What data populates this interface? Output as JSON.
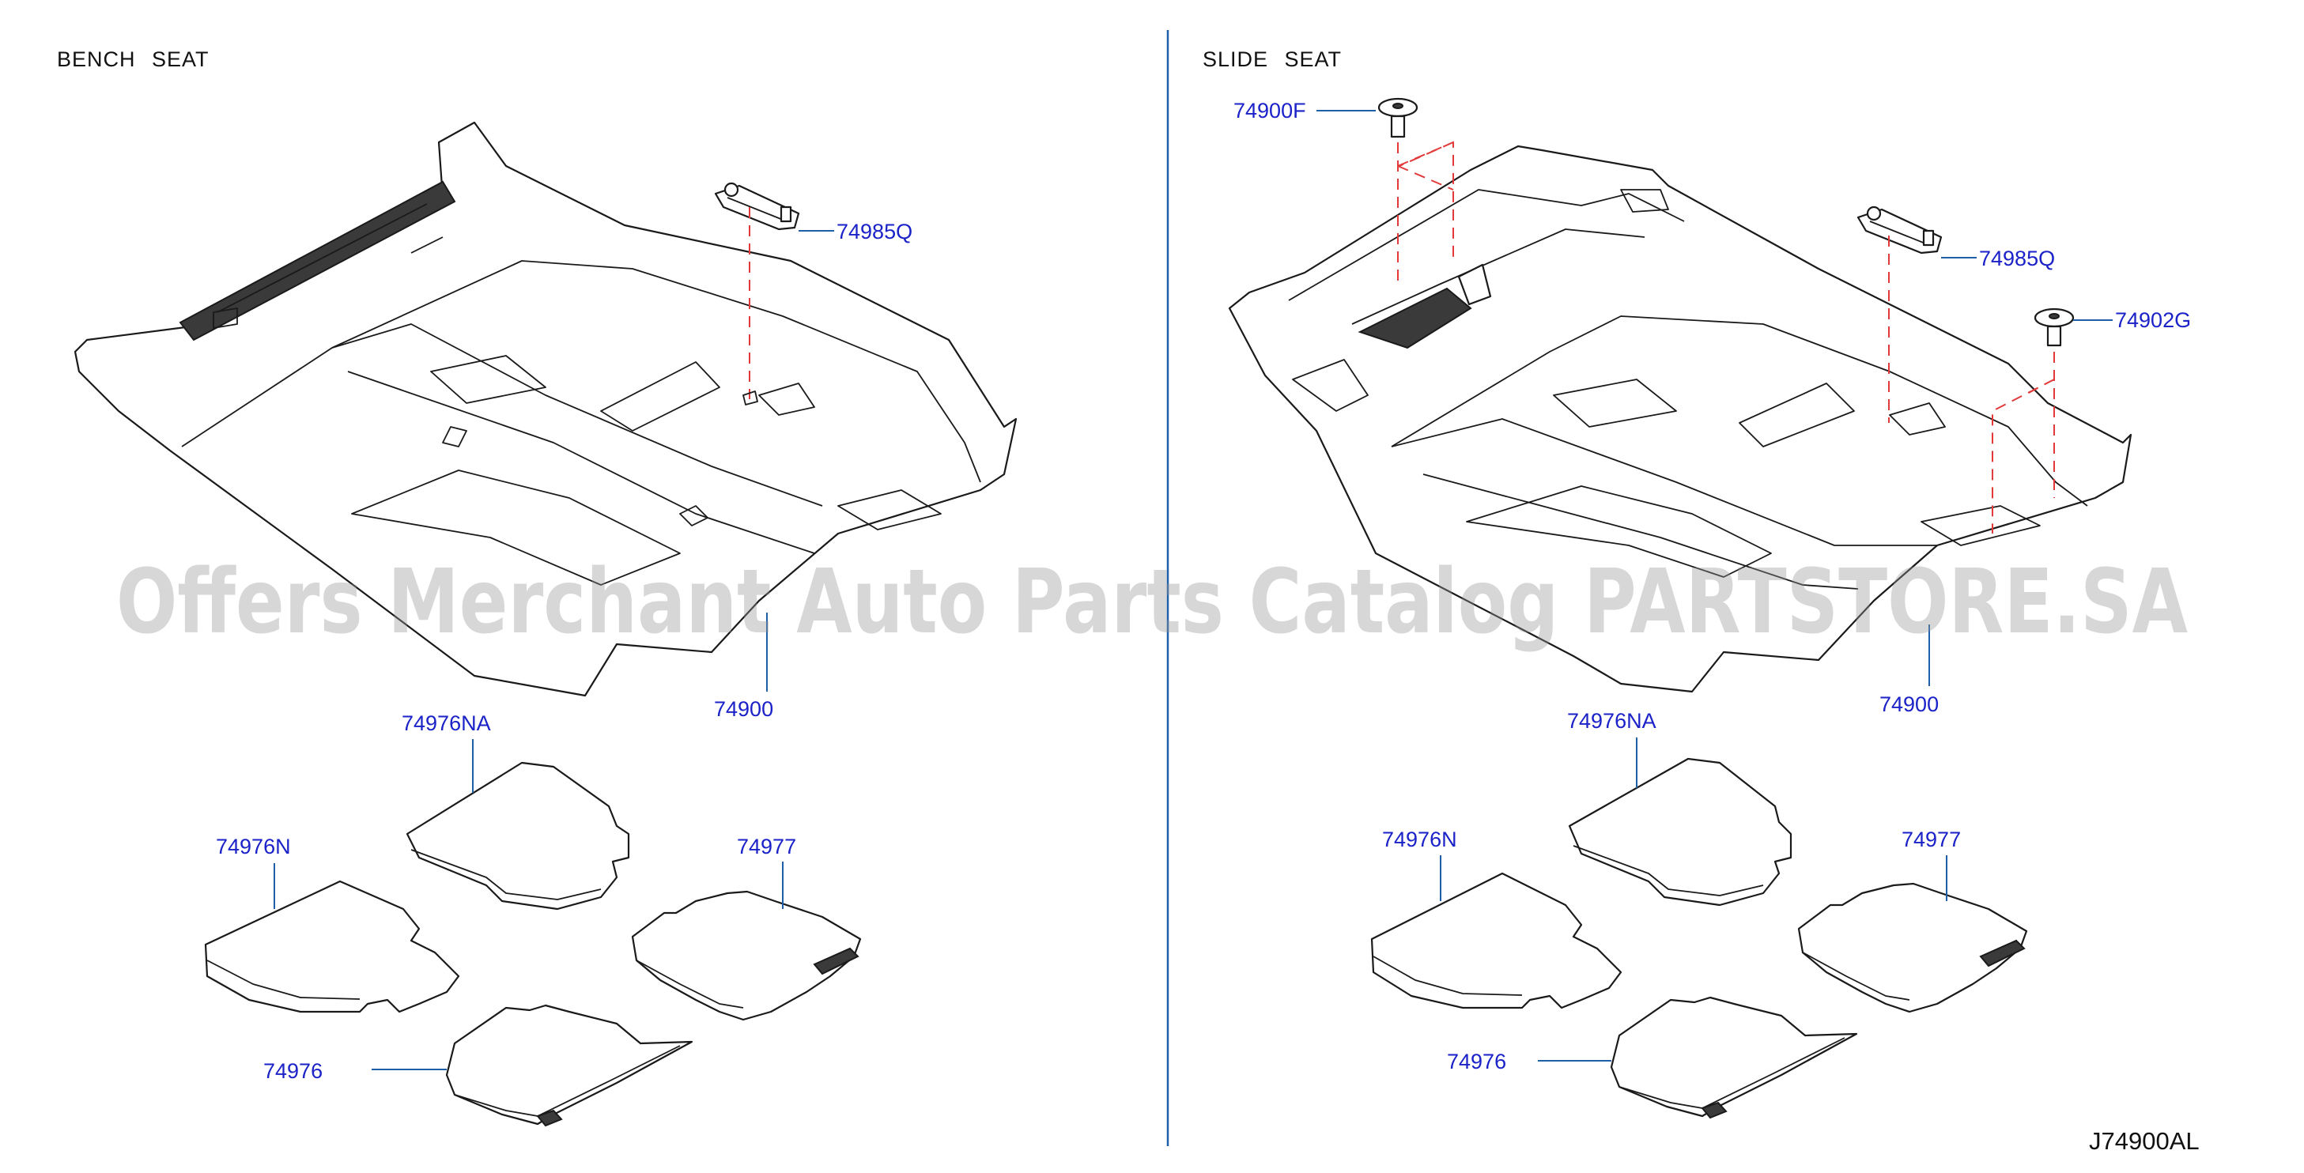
{
  "left_panel": {
    "title": "BENCH SEAT",
    "callouts": {
      "clip": "74985Q",
      "carpet": "74900",
      "mat_front_right": "74976NA",
      "mat_front_left": "74976N",
      "mat_rear_right": "74977",
      "mat_rear_left": "74976"
    }
  },
  "right_panel": {
    "title": "SLIDE SEAT",
    "callouts": {
      "grommet_front": "74900F",
      "clip": "74985Q",
      "grommet_rear": "74902G",
      "carpet": "74900",
      "mat_front_right": "74976NA",
      "mat_front_left": "74976N",
      "mat_rear_right": "74977",
      "mat_rear_left": "74976"
    }
  },
  "watermark": "Offers Merchant Auto Parts Catalog PARTSTORE.SA",
  "diagram_code": "J74900AL",
  "colors": {
    "callout_text": "#1a22c8",
    "leader_line": "#1f5fa8",
    "dashed_guide": "#e23a3a",
    "line_art": "#1a1a1a"
  }
}
